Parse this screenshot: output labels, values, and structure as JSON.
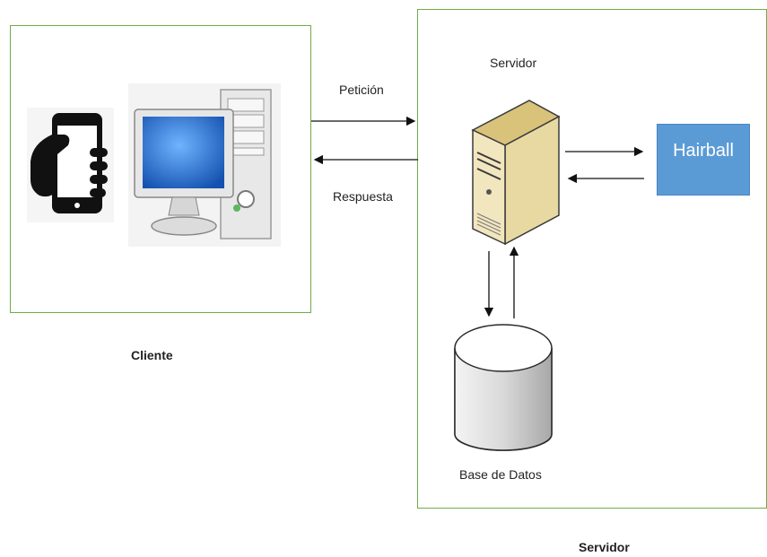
{
  "labels": {
    "peticion": "Petición",
    "respuesta": "Respuesta",
    "servidor_top": "Servidor",
    "hairball": "Hairball",
    "cliente": "Cliente",
    "base_de_datos": "Base de Datos",
    "servidor_bottom": "Servidor"
  },
  "colors": {
    "box_border": "#70ad47",
    "hairball_fill": "#5b9bd5",
    "monitor_screen": "#1f6fd0",
    "server_body": "#f2e6bf",
    "database_fill": "#d9d9d9"
  }
}
